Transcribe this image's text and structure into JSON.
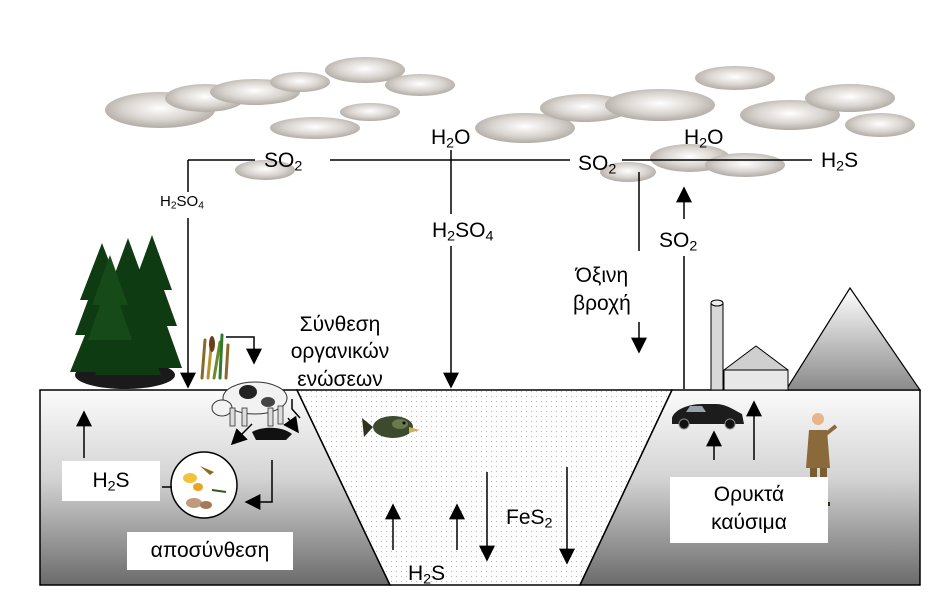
{
  "labels": {
    "h2o_left": {
      "base": "H",
      "sub": "2",
      "tail": "O"
    },
    "h2o_right": {
      "base": "H",
      "sub": "2",
      "tail": "O"
    },
    "so2_left": {
      "base": "SO",
      "sub": "2"
    },
    "so2_mid": {
      "base": "SO",
      "sub": "2"
    },
    "h2s_top": {
      "base": "H",
      "sub": "2",
      "tail": "S"
    },
    "h2so4_left": {
      "base": "H",
      "sub": "2",
      "tail": "SO",
      "sub2": "4"
    },
    "h2so4_mid": {
      "base": "H",
      "sub": "2",
      "tail": "SO",
      "sub2": "4"
    },
    "so2_up": {
      "base": "SO",
      "sub": "2"
    },
    "acid_rain_line1": "Όξινη",
    "acid_rain_line2": "βροχή",
    "synthesis_line1": "Σύνθεση",
    "synthesis_line2": "οργανικών",
    "synthesis_line3": "ενώσεων",
    "h2s_left": {
      "base": "H",
      "sub": "2",
      "tail": "S"
    },
    "decomposition": "αποσύνθεση",
    "fes2": {
      "base": "FeS",
      "sub": "2"
    },
    "h2s_bottom": {
      "base": "H",
      "sub": "2",
      "tail": "S"
    },
    "fossil_fuels_line1": "Ορυκτά",
    "fossil_fuels_line2": "καύσιμα"
  },
  "colors": {
    "ground_light": "#f7f7f7",
    "ground_dark": "#6e6e6e",
    "water_dots": "#b8b8b8",
    "cloud": "#b9b3ad",
    "tree": "#0f3b12",
    "line": "#000000"
  },
  "icons": [
    "pine-trees-icon",
    "reeds-icon",
    "cow-icon",
    "decomposers-circle-icon",
    "fish-icon",
    "car-icon",
    "factory-icon",
    "chimney-icon",
    "man-icon",
    "mountain-icon"
  ]
}
